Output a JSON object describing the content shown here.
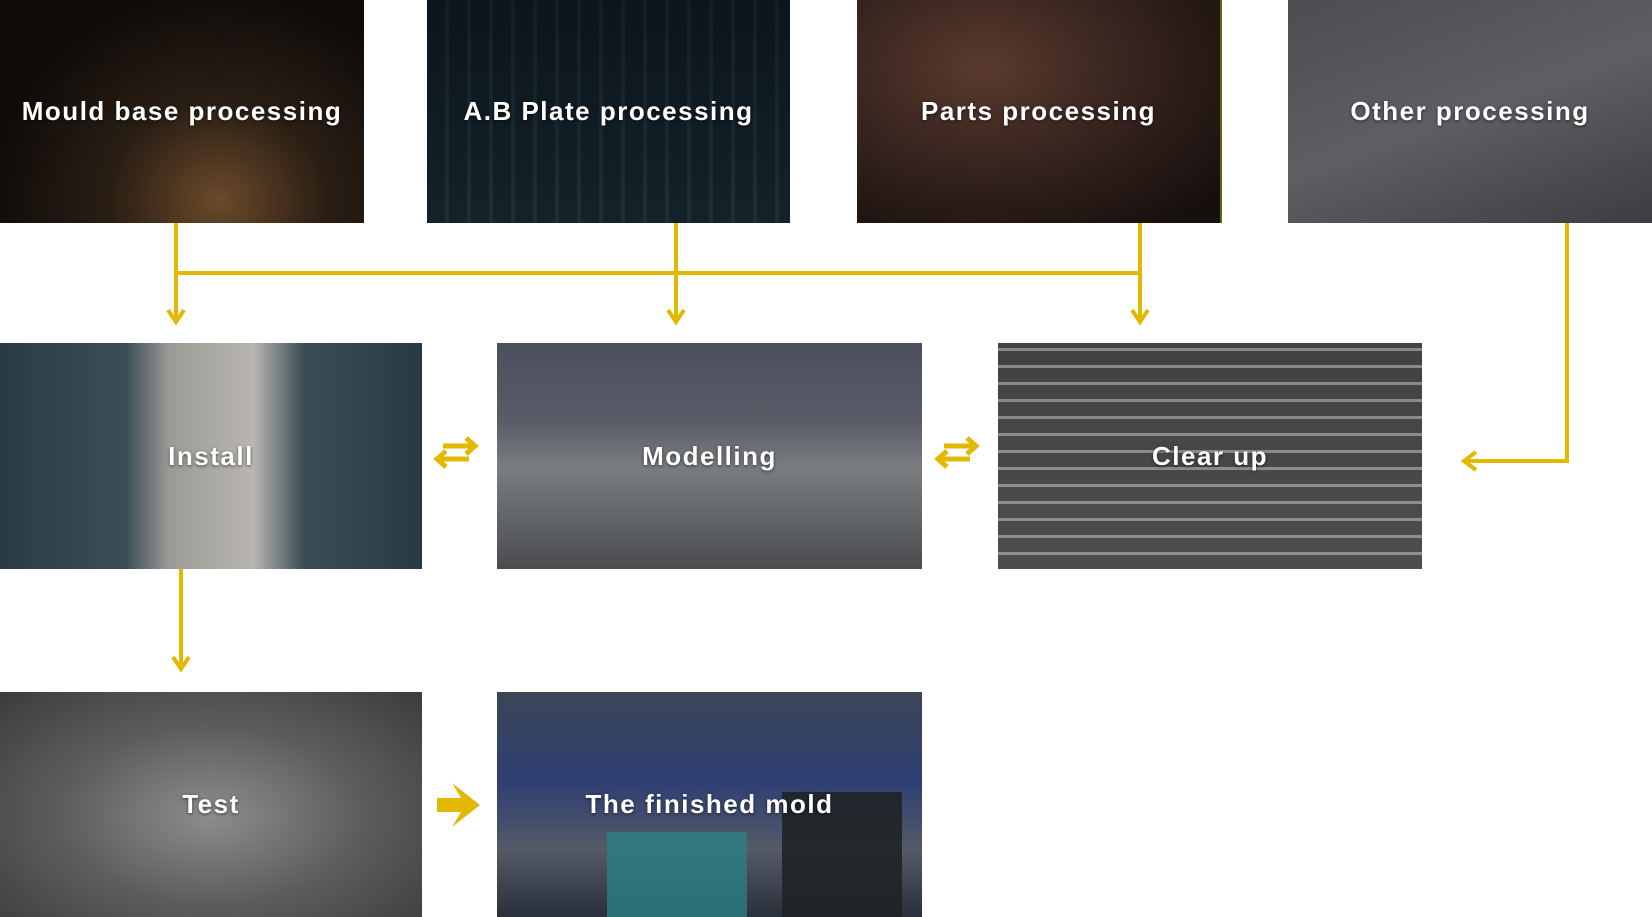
{
  "steps": {
    "mould_base": "Mould base processing",
    "ab_plate": "A.B Plate processing",
    "parts": "Parts processing",
    "other": "Other processing",
    "install": "Install",
    "modelling": "Modelling",
    "clear_up": "Clear up",
    "test": "Test",
    "finished": "The finished mold"
  },
  "colors": {
    "arrow": "#e2b900"
  }
}
